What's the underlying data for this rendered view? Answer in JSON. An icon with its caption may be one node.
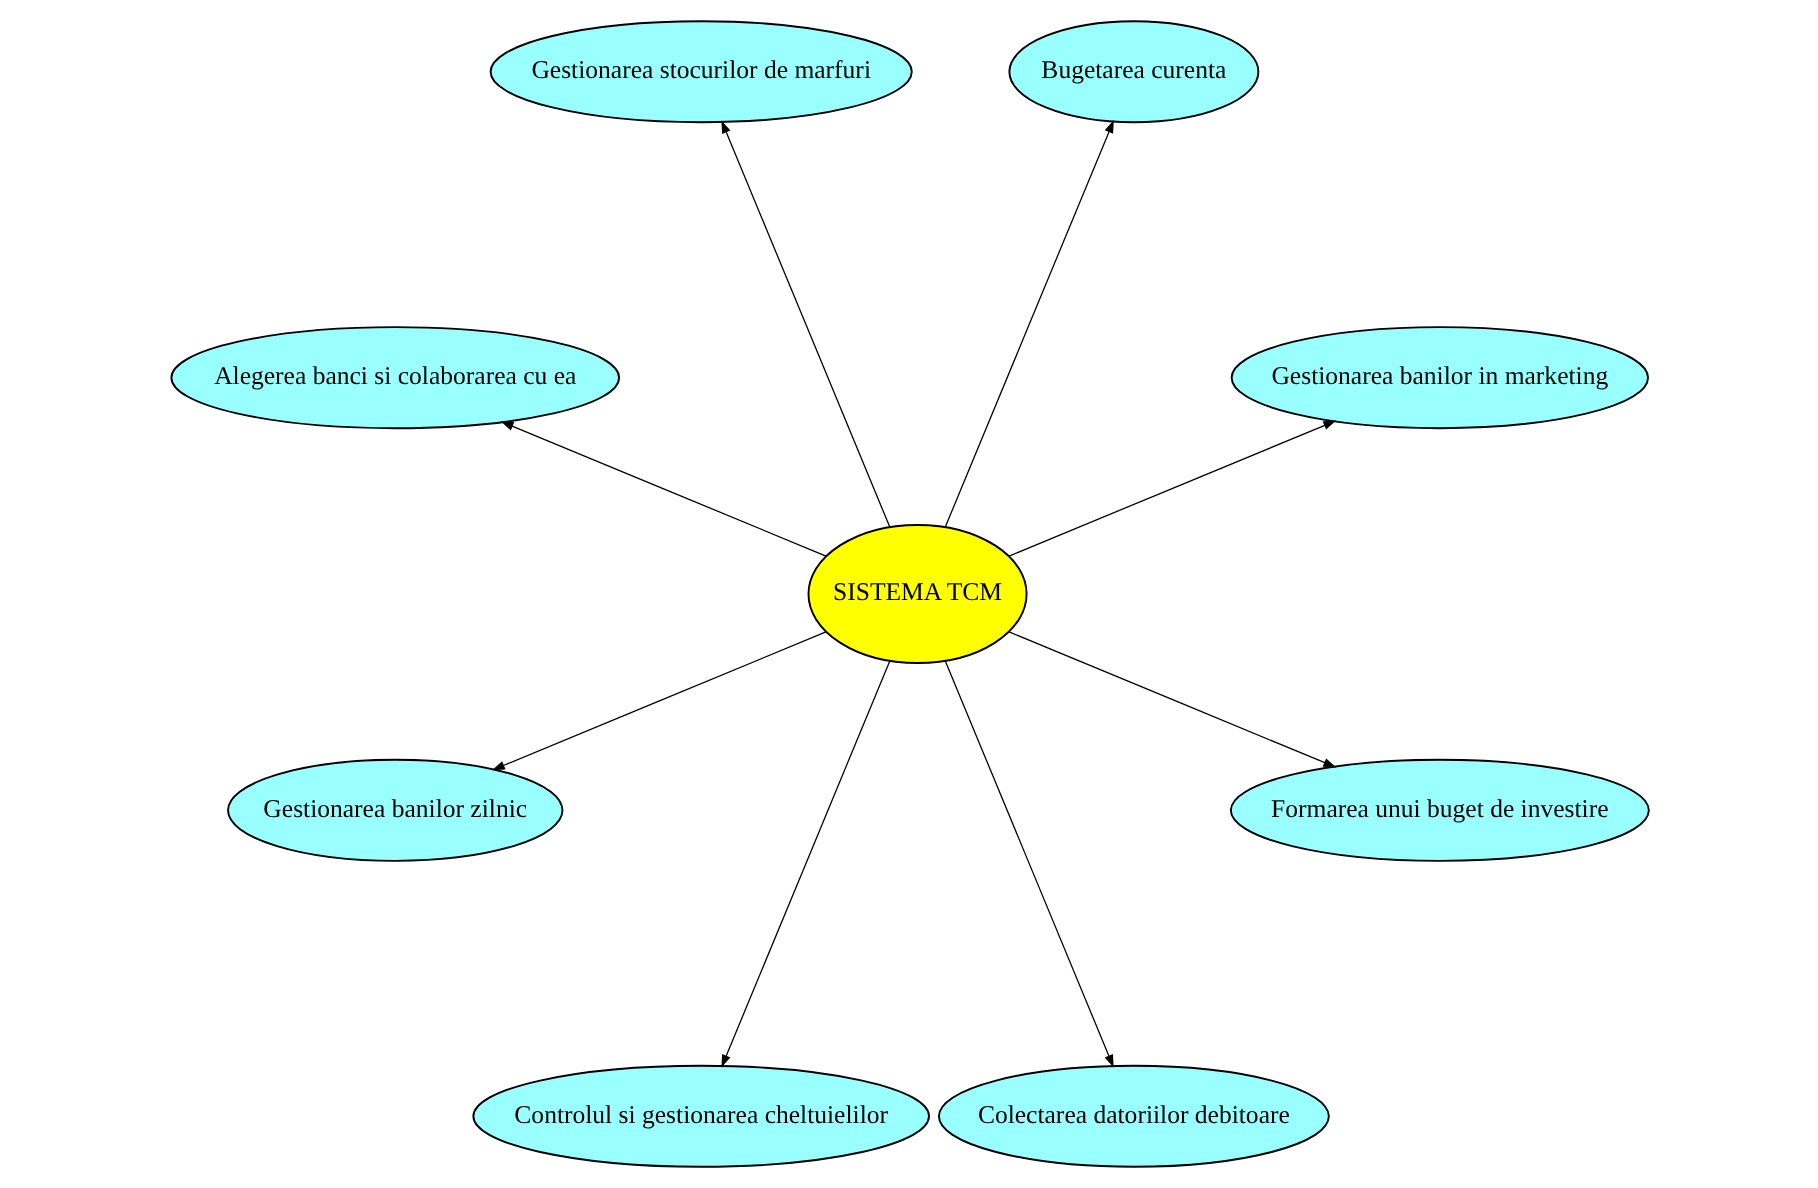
{
  "diagram": {
    "nodes": [
      {
        "text": [
          "SISTEMA TCM"
        ]
      },
      {
        "text": [
          "Gestionarea banilor in marketing"
        ]
      },
      {
        "text": [
          "Bugetarea curenta"
        ]
      },
      {
        "text": [
          "Gestionarea stocurilor de marfuri"
        ]
      },
      {
        "text": [
          "Alegerea banci si colaborarea cu ea"
        ]
      },
      {
        "text": [
          "Gestionarea banilor zilnic"
        ]
      },
      {
        "text": [
          "Controlul si gestionarea cheltuielilor"
        ]
      },
      {
        "text": [
          "Colectarea datoriilor debitoare"
        ]
      },
      {
        "text": [
          "Formarea unui buget de investire"
        ]
      }
    ],
    "edges": [
      {
        "from": 0,
        "to": 1,
        "arrow": "to"
      },
      {
        "from": 0,
        "to": 2,
        "arrow": "to"
      },
      {
        "from": 0,
        "to": 3,
        "arrow": "to"
      },
      {
        "from": 0,
        "to": 4,
        "arrow": "to"
      },
      {
        "from": 0,
        "to": 5,
        "arrow": "to"
      },
      {
        "from": 0,
        "to": 6,
        "arrow": "to"
      },
      {
        "from": 0,
        "to": 7,
        "arrow": "to"
      },
      {
        "from": 0,
        "to": 8,
        "arrow": "to"
      }
    ]
  }
}
